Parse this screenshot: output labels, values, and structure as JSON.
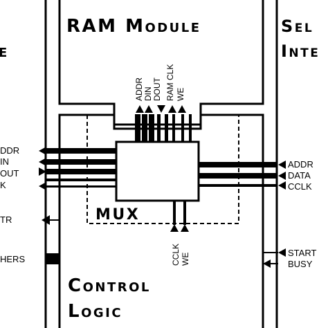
{
  "blocks": {
    "ram_module": "RAM Module",
    "serial_interface_line1": "Sel",
    "serial_interface_line2": "Inte",
    "left_block_fragment": "e",
    "control_logic_line1": "Control",
    "control_logic_line2": "Logic",
    "mux": "MUX"
  },
  "ram_signals": [
    "ADDR",
    "DIN",
    "DOUT",
    "RAM CLK",
    "WE"
  ],
  "left_signals": [
    "DDR",
    "IN",
    "OUT",
    "K"
  ],
  "left_signal_tr": "TR",
  "left_signal_others": "HERS",
  "right_signals": [
    "ADDR",
    "DATA",
    "CCLK"
  ],
  "right_signals_lower": [
    "START",
    "BUSY"
  ],
  "control_signals": [
    "CCLK",
    "WE"
  ]
}
